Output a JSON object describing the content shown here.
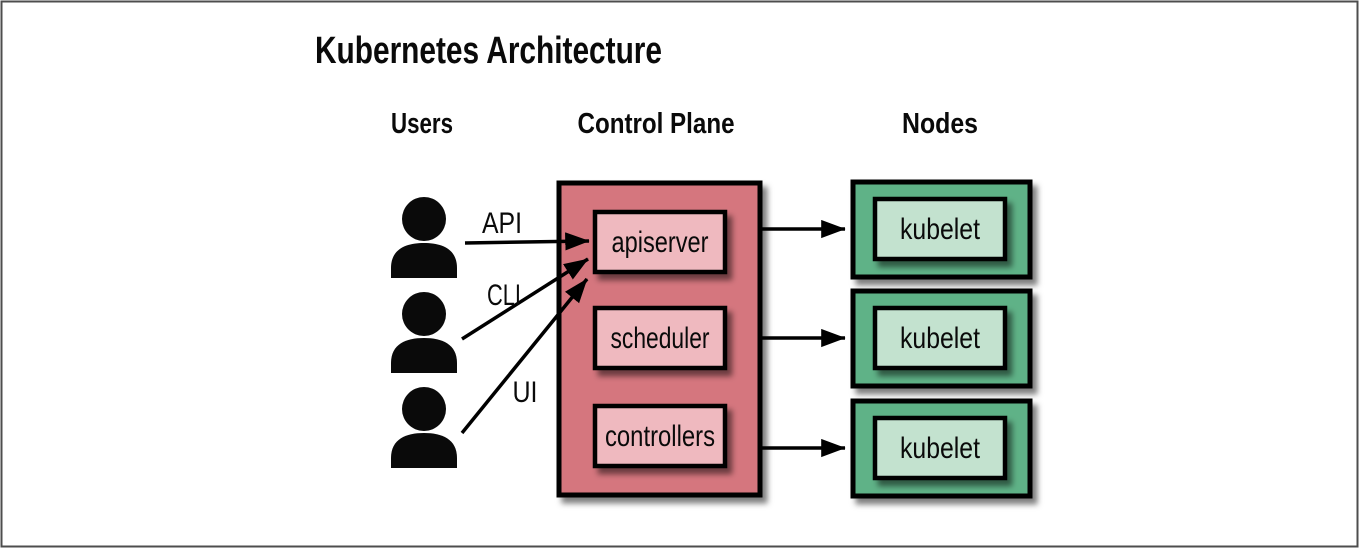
{
  "title": "Kubernetes Architecture",
  "columns": {
    "users": "Users",
    "control_plane": "Control Plane",
    "nodes": "Nodes"
  },
  "users": {
    "count": 3,
    "icon": "user-silhouette-icon"
  },
  "user_arrows": [
    {
      "label": "API",
      "from": "user-1",
      "to": "apiserver"
    },
    {
      "label": "CLI",
      "from": "user-2",
      "to": "apiserver"
    },
    {
      "label": "UI",
      "from": "user-3",
      "to": "apiserver"
    }
  ],
  "control_plane": {
    "components": [
      "apiserver",
      "scheduler",
      "controllers"
    ]
  },
  "nodes": [
    {
      "component": "kubelet"
    },
    {
      "component": "kubelet"
    },
    {
      "component": "kubelet"
    }
  ],
  "colors": {
    "control_plane_fill": "#D5767E",
    "control_plane_component_fill": "#EFB9BF",
    "node_fill": "#5FB287",
    "node_component_fill": "#C3E2CF",
    "arrow": "#000000",
    "user_icon": "#0a0a0a",
    "frame_border": "#4D4D4D",
    "background": "#FFFFFF"
  }
}
